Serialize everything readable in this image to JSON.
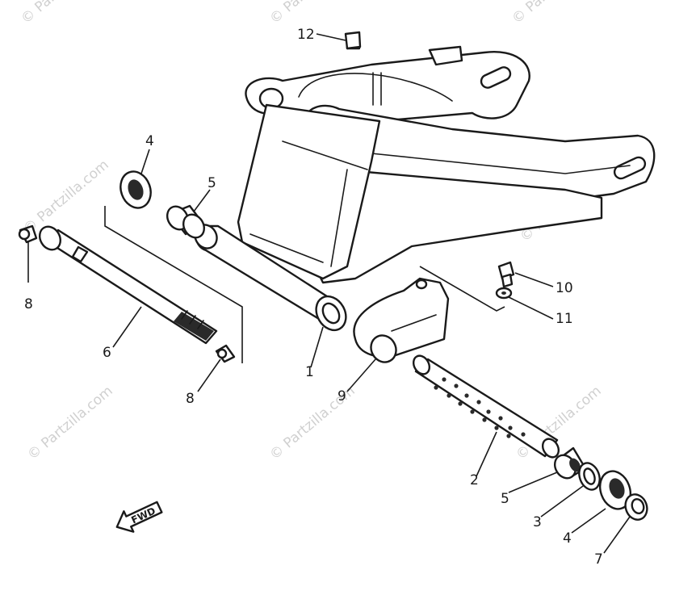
{
  "watermark": "© Partzilla.com",
  "callouts": {
    "c1": "1",
    "c2": "2",
    "c3": "3",
    "c4a": "4",
    "c4b": "4",
    "c5a": "5",
    "c5b": "5",
    "c6": "6",
    "c7": "7",
    "c8a": "8",
    "c8b": "8",
    "c9": "9",
    "c10": "10",
    "c11": "11",
    "c12": "12"
  },
  "fwd_label": "FWD"
}
